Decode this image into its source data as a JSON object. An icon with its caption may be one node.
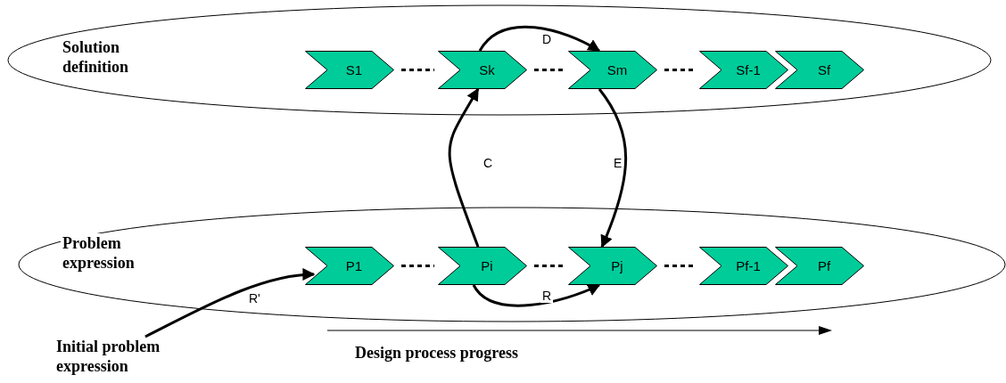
{
  "diagram": {
    "nodes": [
      {
        "text": [
          "Solution definition"
        ]
      },
      {
        "text": [
          "S1"
        ],
        "in": 0
      },
      {
        "text": [
          "Sk"
        ],
        "in": 0
      },
      {
        "text": [
          "Sm"
        ],
        "in": 0
      },
      {
        "text": [
          "Sf-1"
        ],
        "in": 0
      },
      {
        "text": [
          "Sf"
        ],
        "in": 0
      },
      {
        "text": [
          "Problem expression"
        ]
      },
      {
        "text": [
          "P1"
        ],
        "in": 6
      },
      {
        "text": [
          "Pi"
        ],
        "in": 6
      },
      {
        "text": [
          "Pj"
        ],
        "in": 6
      },
      {
        "text": [
          "Pf-1"
        ],
        "in": 6
      },
      {
        "text": [
          "Pf"
        ],
        "in": 6
      },
      {
        "text": [
          "Initial problem expression"
        ]
      }
    ],
    "edges": [
      {
        "from": 8,
        "to": 2,
        "arrow": "to",
        "label": "C"
      },
      {
        "from": 2,
        "to": 3,
        "arrow": "to",
        "label": "D"
      },
      {
        "from": 3,
        "to": 9,
        "arrow": "to",
        "label": "E"
      },
      {
        "from": 8,
        "to": 9,
        "arrow": "to",
        "label": "R"
      },
      {
        "from": 12,
        "to": 7,
        "arrow": "to",
        "label": "R'"
      },
      {
        "from": 1,
        "to": 2,
        "arrow": "none",
        "style": "dashed"
      },
      {
        "from": 2,
        "to": 3,
        "arrow": "none",
        "style": "dashed"
      },
      {
        "from": 3,
        "to": 4,
        "arrow": "none",
        "style": "dashed"
      },
      {
        "from": 7,
        "to": 8,
        "arrow": "none",
        "style": "dashed"
      },
      {
        "from": 8,
        "to": 9,
        "arrow": "none",
        "style": "dashed"
      },
      {
        "from": 9,
        "to": 10,
        "arrow": "none",
        "style": "dashed"
      }
    ],
    "labels": [
      "Design process progress"
    ]
  }
}
